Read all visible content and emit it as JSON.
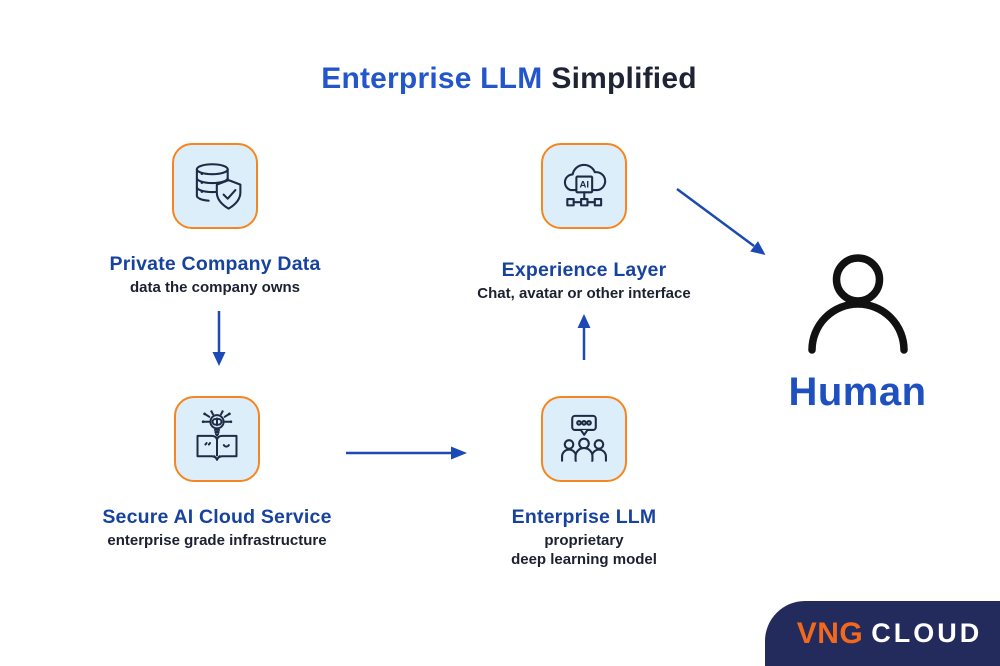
{
  "title": {
    "highlight": "Enterprise LLM",
    "rest": "Simplified"
  },
  "nodes": [
    {
      "label": "Private Company Data",
      "sublabels": [
        "data the company owns"
      ],
      "icon": "database-shield-icon"
    },
    {
      "label": "Experience Layer",
      "sublabels": [
        "Chat, avatar or other interface"
      ],
      "icon": "ai-cloud-network-icon",
      "icon_text": "AI"
    },
    {
      "label": "Secure AI Cloud Service",
      "sublabels": [
        "enterprise grade infrastructure"
      ],
      "icon": "book-idea-icon"
    },
    {
      "label": "Enterprise LLM",
      "sublabels": [
        "proprietary",
        "deep learning model"
      ],
      "icon": "chat-group-icon"
    }
  ],
  "human": {
    "label": "Human",
    "icon": "person-icon"
  },
  "arrows": [
    {
      "from": "Private Company Data",
      "to": "Secure AI Cloud Service",
      "direction": "down"
    },
    {
      "from": "Secure AI Cloud Service",
      "to": "Enterprise LLM",
      "direction": "right"
    },
    {
      "from": "Enterprise LLM",
      "to": "Experience Layer",
      "direction": "up"
    },
    {
      "from": "Experience Layer",
      "to": "Human",
      "direction": "down-right"
    }
  ],
  "logo": {
    "brand": "VNG",
    "product": "CLOUD"
  },
  "colors": {
    "title_accent": "#2356cb",
    "title_rest": "#1e2433",
    "node_label": "#17439f",
    "body_text": "#1b2130",
    "arrow": "#1b4ab5",
    "card_fill": "#ddeefb",
    "card_border": "#f5861f",
    "card_shadow": "#e9e5f7",
    "icon_stroke": "#1f2a44",
    "badge_bg": "#232a5c",
    "brand_orange": "#f2691d",
    "brand_white": "#ffffff",
    "human_label": "#1e50c0",
    "background": "#ffffff"
  }
}
